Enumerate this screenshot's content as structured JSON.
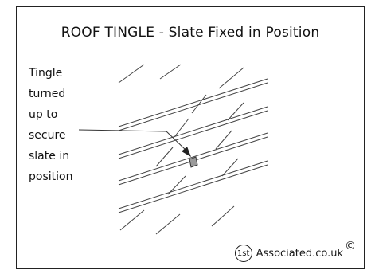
{
  "title": "ROOF TINGLE - Slate Fixed in Position",
  "label": [
    "Tingle",
    "turned",
    "up to",
    "secure",
    "slate in",
    "position"
  ],
  "credit": {
    "badge": "1st",
    "site": "Associated.co.uk",
    "copyright": "©"
  }
}
